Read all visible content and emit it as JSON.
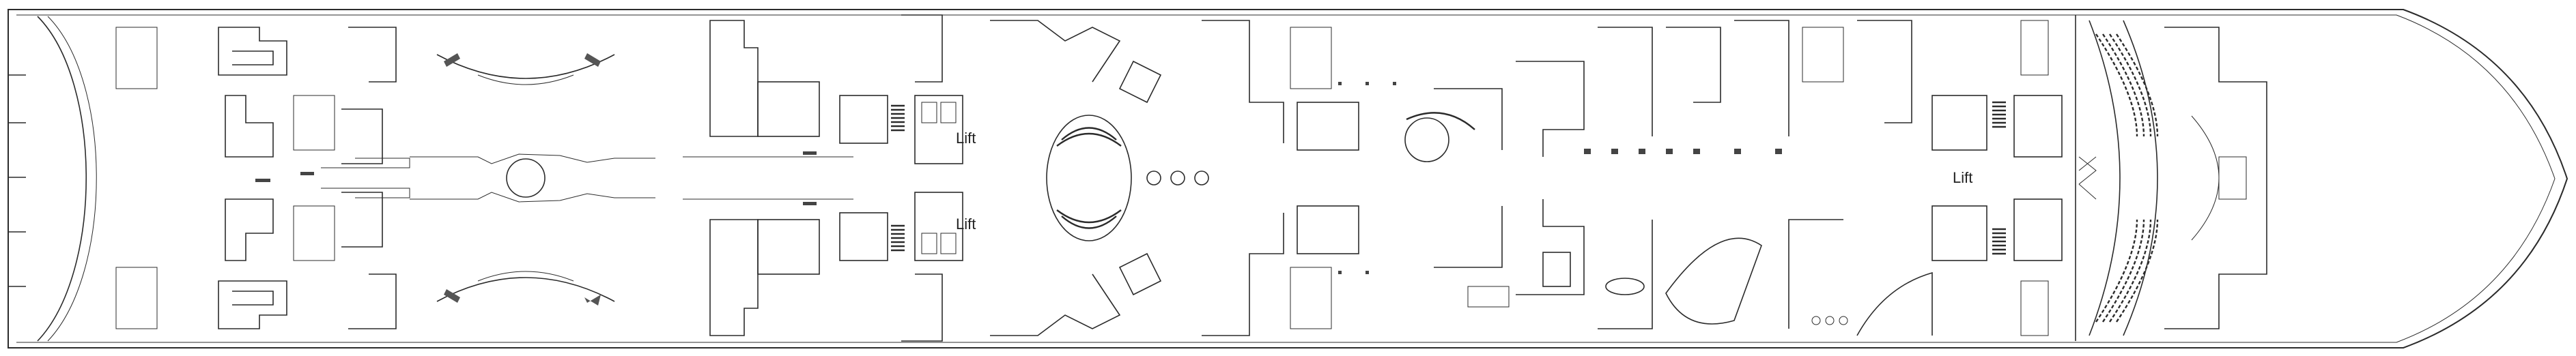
{
  "deck_plan": {
    "labels": {
      "lift_port_fwd": "Lift",
      "lift_stbd_fwd": "Lift",
      "lift_center_aft": "Lift"
    },
    "line_color": "#2b2b2b",
    "background": "#ffffff"
  }
}
